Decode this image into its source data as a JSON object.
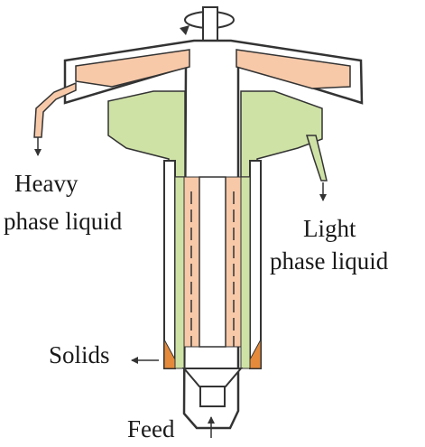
{
  "labels": {
    "heavy_line1": "Heavy",
    "heavy_line2": "phase liquid",
    "light_line1": "Light",
    "light_line2": "phase liquid",
    "solids": "Solids",
    "feed": "Feed"
  },
  "colors": {
    "heavy_phase": "#f7c9a9",
    "light_phase": "#cfe2a6",
    "solids": "#e58a3a",
    "outline": "#333333",
    "background": "#ffffff"
  },
  "icons": {
    "rotation": "circular-arrow-icon"
  }
}
